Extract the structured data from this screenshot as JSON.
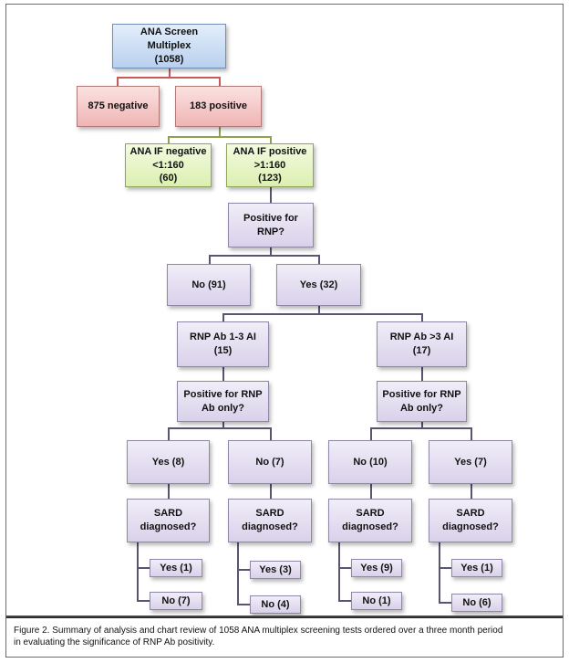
{
  "nodes": {
    "root": [
      "ANA Screen",
      "Multiplex",
      "(1058)"
    ],
    "negative": [
      "875 negative"
    ],
    "positive": [
      "183 positive"
    ],
    "if_negative": [
      "ANA IF negative",
      "<1:160",
      "(60)"
    ],
    "if_positive": [
      "ANA IF positive",
      ">1:160",
      "(123)"
    ],
    "rnp_question": [
      "Positive for",
      "RNP?"
    ],
    "rnp_no": [
      "No (91)"
    ],
    "rnp_yes": [
      "Yes  (32)"
    ],
    "ab_low": [
      "RNP Ab  1-3 AI",
      "(15)"
    ],
    "ab_high": [
      "RNP Ab  >3 AI",
      "(17)"
    ],
    "only_low": [
      "Positive for RNP",
      "Ab only?"
    ],
    "only_high": [
      "Positive for RNP",
      "Ab only?"
    ],
    "low_yes": [
      "Yes (8)"
    ],
    "low_no": [
      "No  (7)"
    ],
    "high_no": [
      "No (10)"
    ],
    "high_yes": [
      "Yes (7)"
    ],
    "sard1": [
      "SARD",
      "diagnosed?"
    ],
    "sard2": [
      "SARD",
      "diagnosed?"
    ],
    "sard3": [
      "SARD",
      "diagnosed?"
    ],
    "sard4": [
      "SARD",
      "diagnosed?"
    ],
    "o1_yes": [
      "Yes (1)"
    ],
    "o1_no": [
      "No (7)"
    ],
    "o2_yes": [
      "Yes (3)"
    ],
    "o2_no": [
      "No (4)"
    ],
    "o3_yes": [
      "Yes (9)"
    ],
    "o3_no": [
      "No (1)"
    ],
    "o4_yes": [
      "Yes (1)"
    ],
    "o4_no": [
      "No (6)"
    ]
  },
  "caption": {
    "line1": "Figure 2. Summary of analysis and chart review of 1058 ANA multiplex screening tests ordered over a three month period",
    "line2": "in evaluating the significance of RNP Ab positivity."
  }
}
